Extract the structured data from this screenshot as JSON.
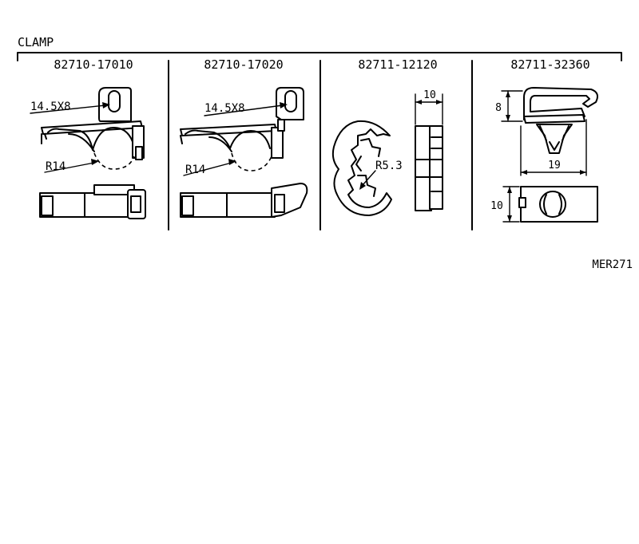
{
  "title": "CLAMP",
  "reference_code": "MER271",
  "parts": [
    {
      "part_number": "82710-17010",
      "hole_dim": "14.5X8",
      "radius": "R14"
    },
    {
      "part_number": "82710-17020",
      "hole_dim": "14.5X8",
      "radius": "R14"
    },
    {
      "part_number": "82711-12120",
      "radius": "R5.3",
      "width_dim": "10"
    },
    {
      "part_number": "82711-32360",
      "height_dim": "8",
      "width_dim": "19",
      "depth_dim": "10"
    }
  ],
  "colors": {
    "line": "#000000",
    "background": "#ffffff"
  }
}
